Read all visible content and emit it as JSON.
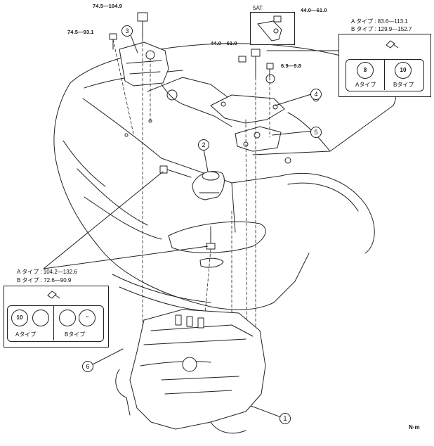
{
  "torques": {
    "top_mount_nut": "74.5—104.9",
    "top_mount_bolt": "74.5—93.1",
    "center_bolts": "44.0—61.0",
    "small_bolt": "6.9—9.8"
  },
  "inset_5at": {
    "title": "5AT",
    "torque": "44.0—61.0"
  },
  "right_spec": {
    "line_a": "A タイプ : 83.6—113.1",
    "line_b": "B タイプ : 129.9—152.7",
    "panel_a_num": "8",
    "panel_a_label": "Aタイプ",
    "panel_b_num": "10",
    "panel_b_label": "Bタイプ"
  },
  "left_spec": {
    "line_a": "A タイプ : 104.2—132.6",
    "line_b": "B タイプ : 72.6—90.9",
    "panel_a_num": "10",
    "panel_a_label": "Aタイプ",
    "panel_b_label": "Bタイプ"
  },
  "callouts": [
    "1",
    "2",
    "3",
    "4",
    "5",
    "6"
  ],
  "unit": "N·m"
}
